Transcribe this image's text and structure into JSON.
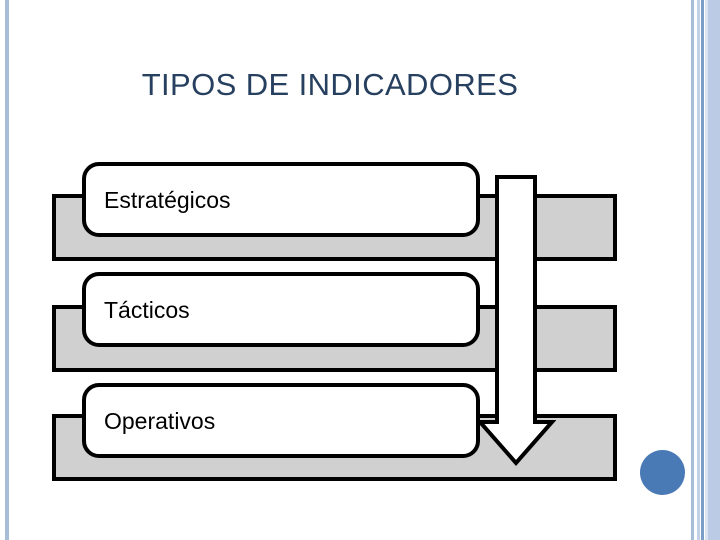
{
  "slide": {
    "title": "TIPOS DE INDICADORES",
    "background_color": "#FFFFFF",
    "title_color": "#27405F"
  },
  "frame": {
    "left_rule_color": "#A8BDD8",
    "right_rule_thin_color": "#A8BDD8",
    "right_rule_mid_color": "#7D9DC9",
    "right_panel_color": "#BCCBE5"
  },
  "diagram": {
    "shape_fill_color": "#D0D0D0",
    "shape_outline_color": "#000000",
    "arrow_fill_color": "#FFFFFF",
    "levels": [
      {
        "label": "Estratégicos"
      },
      {
        "label": "Tácticos"
      },
      {
        "label": "Operativos"
      }
    ]
  },
  "accent": {
    "dot_color": "#4A7AB5"
  }
}
